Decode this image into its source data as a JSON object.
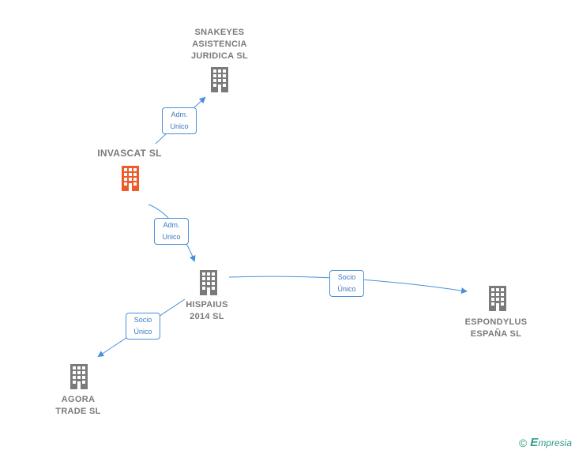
{
  "nodes": {
    "snakeyes": {
      "label": "SNAKEYES\nASISTENCIA\nJURIDICA  SL"
    },
    "invascat": {
      "label": "INVASCAT  SL"
    },
    "hispaius": {
      "label": "HISPAIUS\n2014  SL"
    },
    "espondylus": {
      "label": "ESPONDYLUS\nESPAÑA  SL"
    },
    "agora": {
      "label": "AGORA\nTRADE SL"
    }
  },
  "edges": {
    "invascat_snakeyes": "Adm.\nUnico",
    "invascat_hispaius": "Adm.\nUnico",
    "hispaius_espondylus": "Socio\nÚnico",
    "hispaius_agora": "Socio\nÚnico"
  },
  "colors": {
    "main_node": "#f05a28",
    "node": "#7a7a7a",
    "edge": "#4a90d9"
  },
  "brand": {
    "copyright_symbol": "©",
    "e": "E",
    "name": "mpresia"
  }
}
